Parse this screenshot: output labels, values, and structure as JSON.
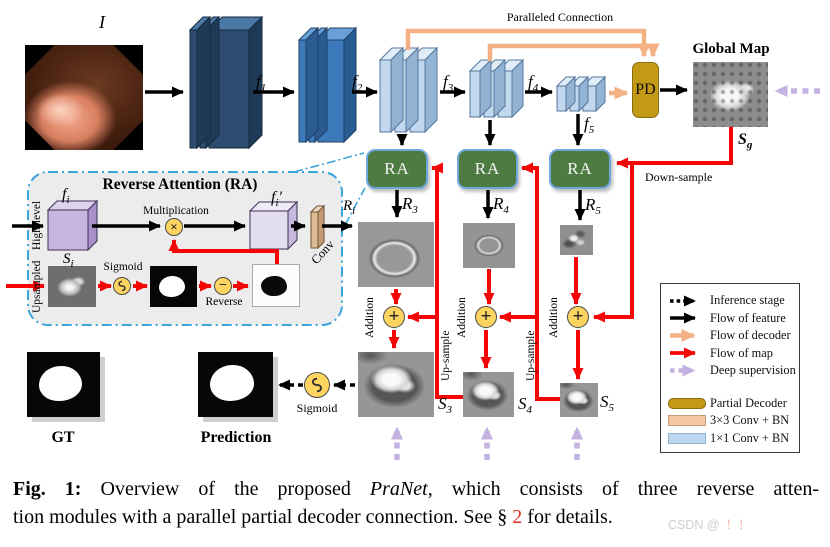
{
  "colors": {
    "flow_feature": "#000000",
    "flow_map": "#f50505",
    "flow_decoder": "#f4b183",
    "deep_supervision": "#c4b2e0",
    "ra_green": "#4e7b42",
    "partial_decoder": "#c39a16",
    "inset_border": "#3aa5dc"
  },
  "fig": {
    "input_title": "I",
    "paralleled_connection": "Paralleled Connection",
    "global_map": "Global Map",
    "pd": "PD",
    "ra": "RA",
    "down_sample": "Down-sample",
    "up_sample": "Up-sample",
    "addition": "Addition",
    "sigmoid": "Sigmoid",
    "gt": "GT",
    "prediction": "Prediction",
    "labels": {
      "f1": {
        "b": "f",
        "s": "1"
      },
      "f2": {
        "b": "f",
        "s": "2"
      },
      "f3": {
        "b": "f",
        "s": "3"
      },
      "f4": {
        "b": "f",
        "s": "4"
      },
      "f5": {
        "b": "f",
        "s": "5"
      },
      "r3": {
        "b": "R",
        "s": "3"
      },
      "r4": {
        "b": "R",
        "s": "4"
      },
      "r5": {
        "b": "R",
        "s": "5"
      },
      "s3": {
        "b": "S",
        "s": "3"
      },
      "s4": {
        "b": "S",
        "s": "4"
      },
      "s5": {
        "b": "S",
        "s": "5"
      },
      "sg": {
        "b": "S",
        "s": "g"
      }
    }
  },
  "inset": {
    "title": "Reverse Attention (RA)",
    "high_level": "High-level",
    "upsampled": "Upsampled",
    "multiplication": "Multiplication",
    "sigmoid": "Sigmoid",
    "reverse": "Reverse",
    "conv": "Conv",
    "fi": {
      "b": "f",
      "s": "i",
      "p": ""
    },
    "fip": {
      "b": "f",
      "s": "i",
      "p": "′"
    },
    "si": {
      "b": "S",
      "s": "i"
    },
    "ri": {
      "b": "R",
      "s": "i"
    }
  },
  "legend": {
    "items": [
      {
        "label": "Inference stage",
        "type": "arrow-dashed-black"
      },
      {
        "label": "Flow of feature",
        "type": "arrow-black"
      },
      {
        "label": "Flow of decoder",
        "type": "arrow-orange"
      },
      {
        "label": "Flow of map",
        "type": "arrow-red"
      },
      {
        "label": "Deep supervision",
        "type": "arrow-dashed-purple"
      },
      {
        "label": "Partial Decoder",
        "type": "swatch-gold"
      },
      {
        "label": "3×3 Conv + BN",
        "type": "swatch-peach"
      },
      {
        "label": "1×1 Conv + BN",
        "type": "swatch-blue"
      }
    ]
  },
  "caption": {
    "fig": "Fig. 1:",
    "t1": " Overview of the proposed ",
    "pranet": "PraNet",
    "t2": ", which consists of three reverse atten-",
    "t3": "tion modules with a parallel partial decoder connection. See § ",
    "ref": "2",
    "t4": " for details."
  },
  "watermark": {
    "text": "CSDN @",
    "marks": "！！"
  }
}
